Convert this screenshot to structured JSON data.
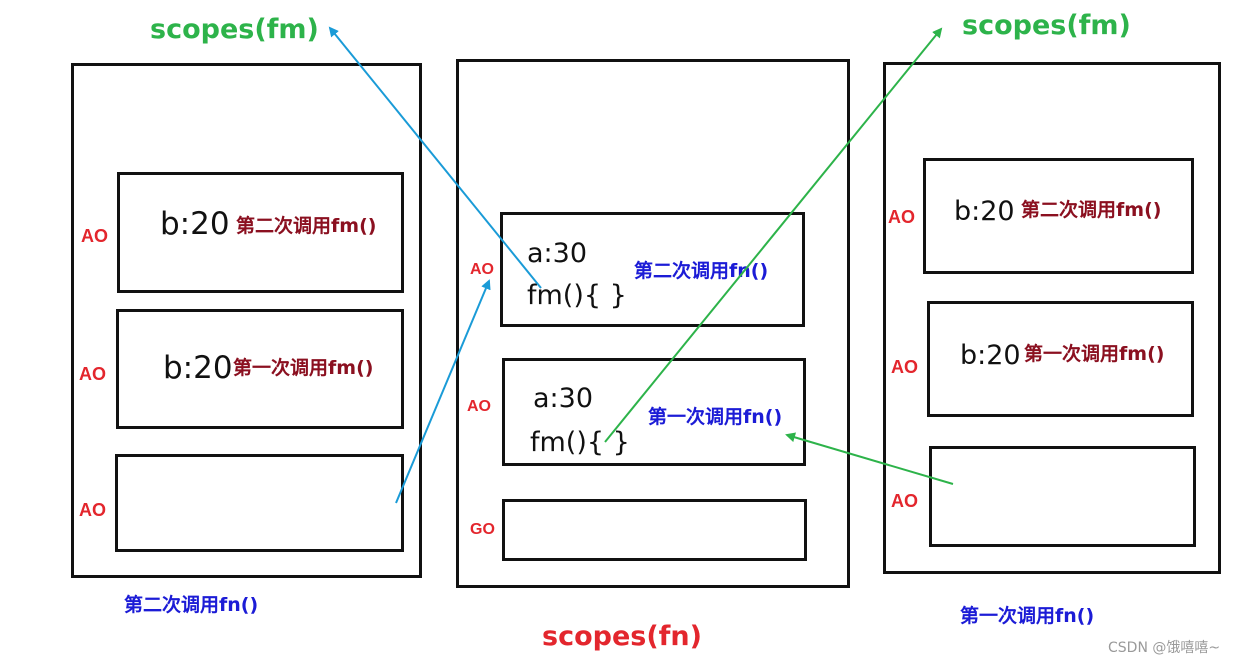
{
  "scopes_fm_left": "scopes(fm)",
  "scopes_fm_right": "scopes(fm)",
  "scopes_fn": "scopes(fn)",
  "left_panel": {
    "boxes": [
      {
        "tag": "AO",
        "value": "b:20",
        "label": "第二次调用fm()"
      },
      {
        "tag": "AO",
        "value": "b:20",
        "label": "第一次调用fm()"
      },
      {
        "tag": "AO",
        "value": "",
        "label": ""
      }
    ],
    "caption": "第二次调用fn()"
  },
  "middle_panel": {
    "boxes": [
      {
        "tag": "AO",
        "line1": "a:30",
        "line2": "fm(){ }",
        "label": "第二次调用fn()"
      },
      {
        "tag": "AO",
        "line1": "a:30",
        "line2": "fm(){ }",
        "label": "第一次调用fn()"
      },
      {
        "tag": "GO"
      }
    ]
  },
  "right_panel": {
    "boxes": [
      {
        "tag": "AO",
        "value": "b:20",
        "label": "第二次调用fm()"
      },
      {
        "tag": "AO",
        "value": "b:20",
        "label": "第一次调用fm()"
      },
      {
        "tag": "AO",
        "value": "",
        "label": ""
      }
    ],
    "caption": "第一次调用fn()"
  },
  "watermark": "CSDN @饿嘻嘻~",
  "colors": {
    "arrow_blue": "#1a9bd7",
    "arrow_green": "#2db34a",
    "tag_red": "#e3262d",
    "fm_label": "#8b1020",
    "fn_label": "#1c1cd6"
  }
}
